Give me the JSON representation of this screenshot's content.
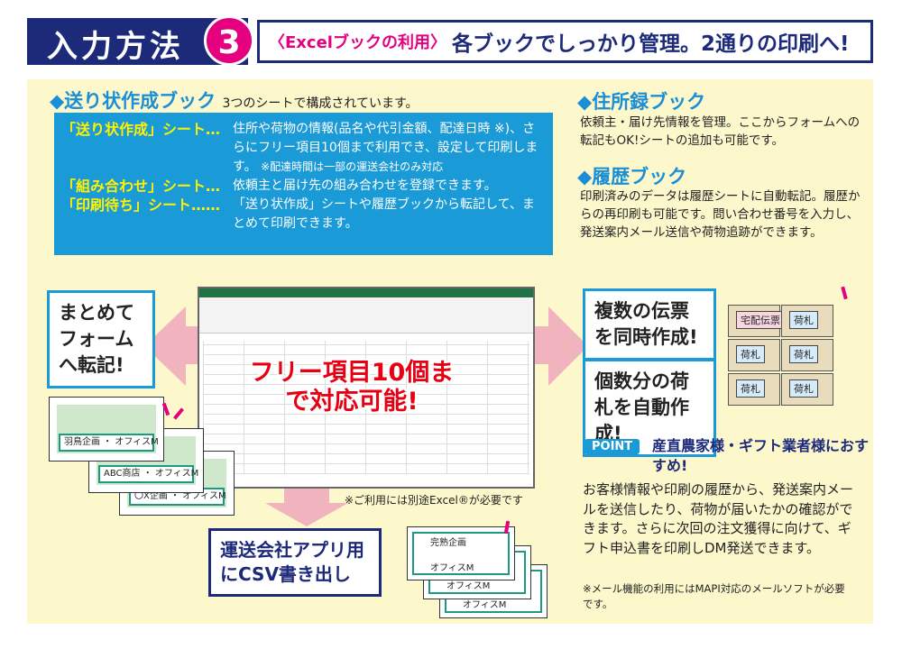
{
  "header": {
    "title": "入力方法",
    "number": "3",
    "subtitle": "〈Excelブックの利用〉",
    "headline": "各ブックでしっかり管理。2通りの印刷へ!"
  },
  "invoice_book": {
    "heading": "◆送り状作成ブック",
    "intro": "3つのシートで構成されています。",
    "sheets": [
      {
        "name": "「送り状作成」シート…",
        "desc": "住所や荷物の情報(品名や代引金額、配達日時 ※)、さらにフリー項目10個まで利用でき、設定して印刷します。",
        "note": "※配達時間は一部の運送会社のみ対応"
      },
      {
        "name": "「組み合わせ」シート…",
        "desc": "依頼主と届け先の組み合わせを登録できます。"
      },
      {
        "name": "「印刷待ち」シート……",
        "desc": "「送り状作成」シートや履歴ブックから転記して、まとめて印刷できます。"
      }
    ]
  },
  "address_book": {
    "heading": "◆住所録ブック",
    "desc": "依頼主・届け先情報を管理。ここからフォームへの転記もOK!シートの追加も可能です。"
  },
  "history_book": {
    "heading": "◆履歴ブック",
    "desc": "印刷済みのデータは履歴シートに自動転記。履歴からの再印刷も可能です。問い合わせ番号を入力し、発送案内メール送信や荷物追跡ができます。"
  },
  "callouts": {
    "form": "まとめてフォームへ転記!",
    "free": "フリー項目10個まで対応可能!",
    "excel_note": "※ご利用には別途Excel®が必要です",
    "csv": "運送会社アプリ用にCSV書き出し",
    "multi": "複数の伝票を同時作成!",
    "tags": "個数分の荷札を自動作成!"
  },
  "cards": [
    "羽鳥企画",
    "ABC商店",
    "〇X企画",
    "オフィスM"
  ],
  "csv_cards": {
    "from": "完熟企画",
    "to": "オフィスM"
  },
  "boxes": [
    "宅配伝票",
    "荷札",
    "荷札",
    "荷札",
    "荷札",
    "荷札"
  ],
  "point": {
    "badge": "POINT",
    "title": "産直農家様・ギフト業者様におすすめ!",
    "body": "お客様情報や印刷の履歴から、発送案内メールを送信したり、荷物が届いたかの確認ができます。さらに次回の注文獲得に向けて、ギフト申込書を印刷しDM発送できます。",
    "note": "※メール機能の利用にはMAPI対応のメールソフトが必要です。"
  },
  "colors": {
    "navy": "#1d2a7a",
    "pink": "#e4007f",
    "blue": "#1a9ad6",
    "cream": "#fdf7cc"
  }
}
